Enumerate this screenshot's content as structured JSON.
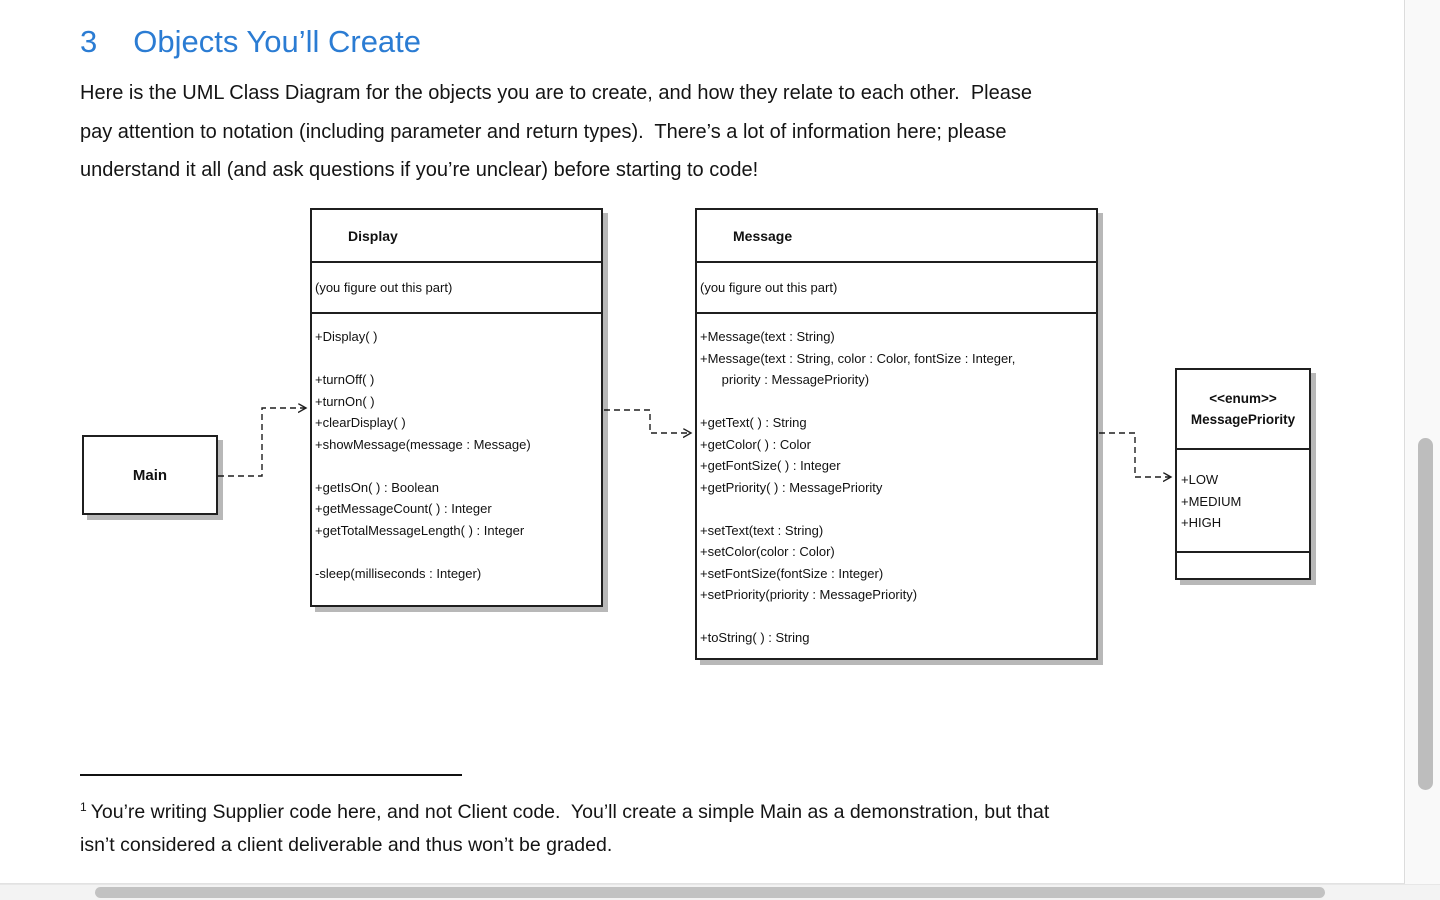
{
  "heading": {
    "number": "3",
    "title": "Objects You’ll Create"
  },
  "intro": {
    "lines": [
      "Here is the UML Class Diagram for the objects you are to create, and how they relate to each other.  Please",
      "pay attention to notation (including parameter and return types).  There’s a lot of information here; please",
      "understand it all (and ask questions if you’re unclear) before starting to code!"
    ]
  },
  "diagram": {
    "main_class": {
      "title": "Main"
    },
    "display_class": {
      "title": "Display",
      "attributes": [
        "(you figure out this part)"
      ],
      "methods": [
        "+Display( )",
        "",
        "+turnOff( )",
        "+turnOn( )",
        "+clearDisplay( )",
        "+showMessage(message : Message)",
        "",
        "+getIsOn( ) : Boolean",
        "+getMessageCount( ) : Integer",
        "+getTotalMessageLength( ) : Integer",
        "",
        "-sleep(milliseconds : Integer)"
      ]
    },
    "message_class": {
      "title": "Message",
      "attributes": [
        "(you figure out this part)"
      ],
      "methods": [
        "+Message(text : String)",
        "+Message(text : String, color : Color, fontSize : Integer,",
        "      priority : MessagePriority)",
        "",
        "+getText( ) : String",
        "+getColor( ) : Color",
        "+getFontSize( ) : Integer",
        "+getPriority( ) : MessagePriority",
        "",
        "+setText(text : String)",
        "+setColor(color : Color)",
        "+setFontSize(fontSize : Integer)",
        "+setPriority(priority : MessagePriority)",
        "",
        "+toString( ) : String"
      ]
    },
    "priority_enum": {
      "stereotype": "<<enum>>",
      "title": "MessagePriority",
      "values": [
        "+LOW",
        "+MEDIUM",
        "+HIGH"
      ]
    },
    "relations": [
      {
        "from": "Main",
        "to": "Display",
        "type": "dependency"
      },
      {
        "from": "Display",
        "to": "Message",
        "type": "dependency"
      },
      {
        "from": "Message",
        "to": "MessagePriority",
        "type": "dependency"
      }
    ]
  },
  "footnote": {
    "marker": "1",
    "lines": [
      "You’re writing Supplier code here, and not Client code.  You’ll create a simple Main as a demonstration, but that",
      "isn’t considered a client deliverable and thus won’t be graded."
    ]
  },
  "colors": {
    "heading_blue": "#2b7cd3",
    "body_text": "#141414",
    "box_border": "#1f1f1f",
    "box_shadow": "rgba(0,0,0,0.28)",
    "scrollbar_thumb": "#bdbdbd"
  }
}
